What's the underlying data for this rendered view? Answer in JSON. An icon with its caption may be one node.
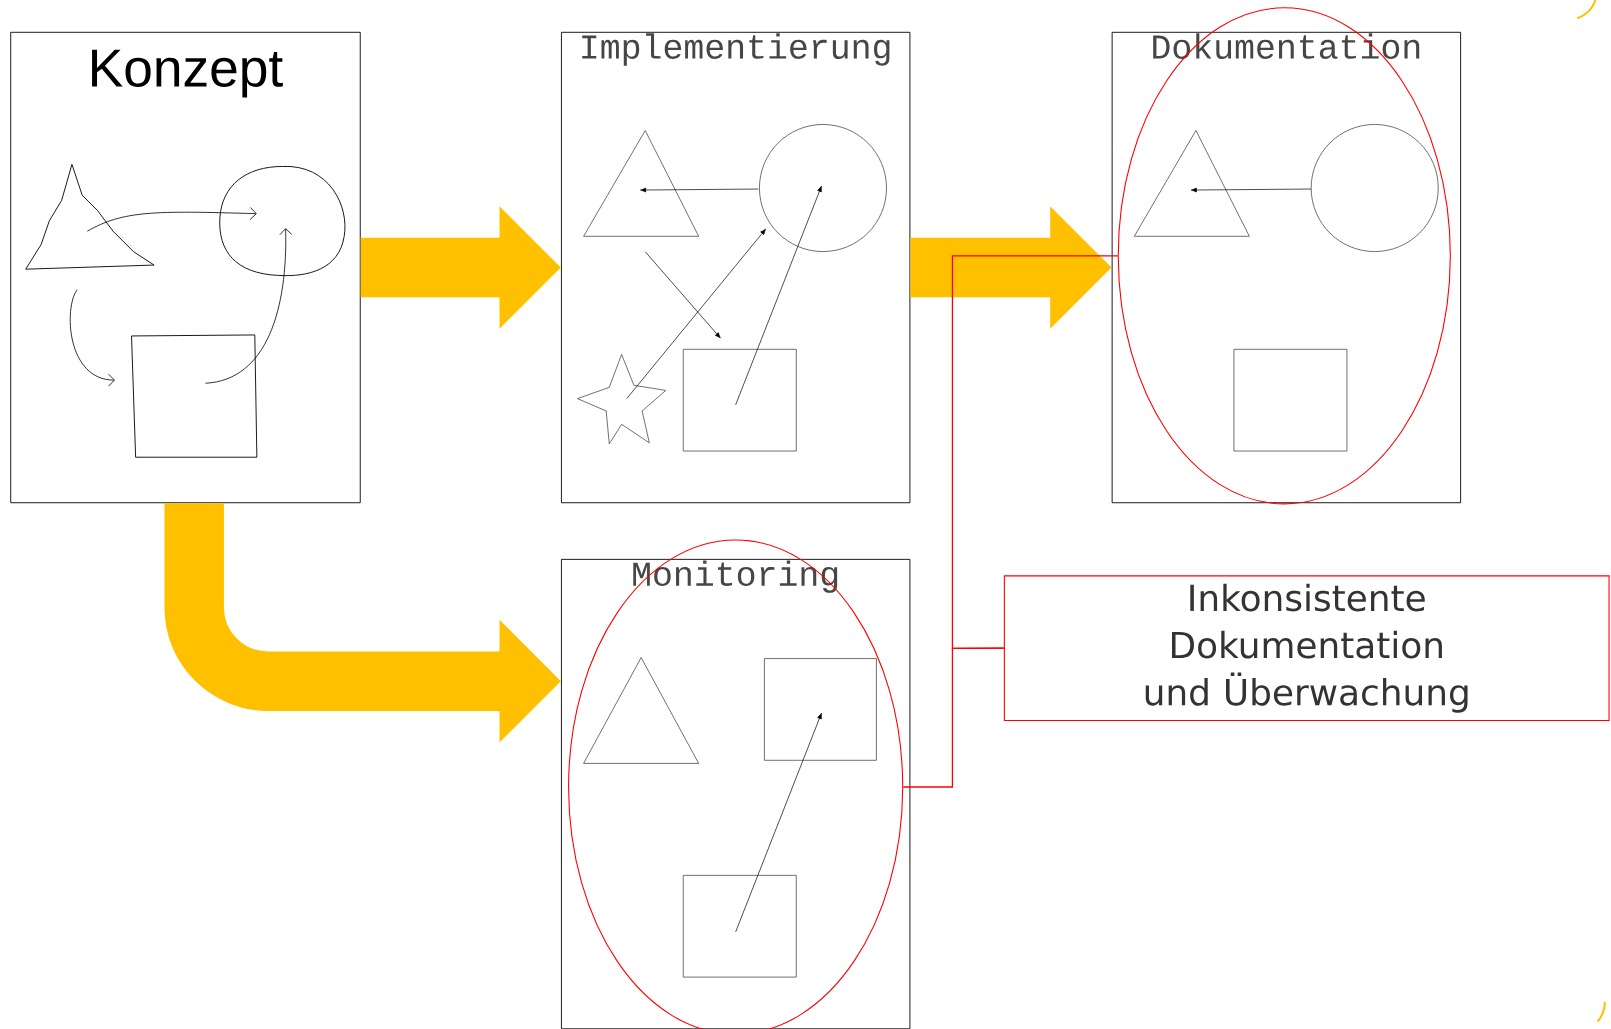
{
  "diagram": {
    "nodes": [
      {
        "text": [
          "Konzept"
        ]
      },
      {
        "text": [
          "Implementierung"
        ]
      },
      {
        "text": [
          "Dokumentation"
        ]
      },
      {
        "text": [
          "Monitoring"
        ]
      },
      {
        "text": [],
        "shape": "ellipse"
      },
      {
        "text": [],
        "shape": "ellipse"
      },
      {
        "text": [
          "Inkonsistente Dokumentation und Überwachung"
        ]
      }
    ],
    "edges": [
      {
        "from": 0,
        "to": 1,
        "arrow": "to"
      },
      {
        "from": 1,
        "to": 2,
        "arrow": "to"
      },
      {
        "from": 0,
        "to": 3,
        "arrow": "to"
      },
      {
        "from": 6,
        "to": 4,
        "arrow": "none",
        "color": "#ff0000"
      },
      {
        "from": 6,
        "to": 5,
        "arrow": "none",
        "color": "#ff0000"
      }
    ]
  }
}
